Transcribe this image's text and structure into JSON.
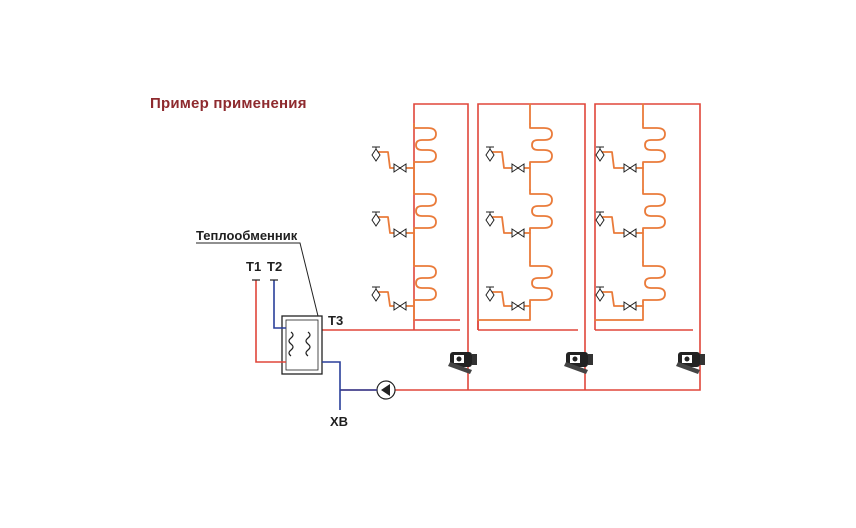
{
  "title": "Пример применения",
  "labels": {
    "heat_exchanger": "Теплообменник",
    "t1": "T1",
    "t2": "T2",
    "t3": "T3",
    "cold_water": "ХВ"
  },
  "colors": {
    "title": "#8e2a2e",
    "hot_pipe": "#e0463a",
    "towel_rail": "#ea7b3a",
    "cold_pipe": "#2a3f9a"
  },
  "risers": 3,
  "towel_rails_per_riser": 3
}
